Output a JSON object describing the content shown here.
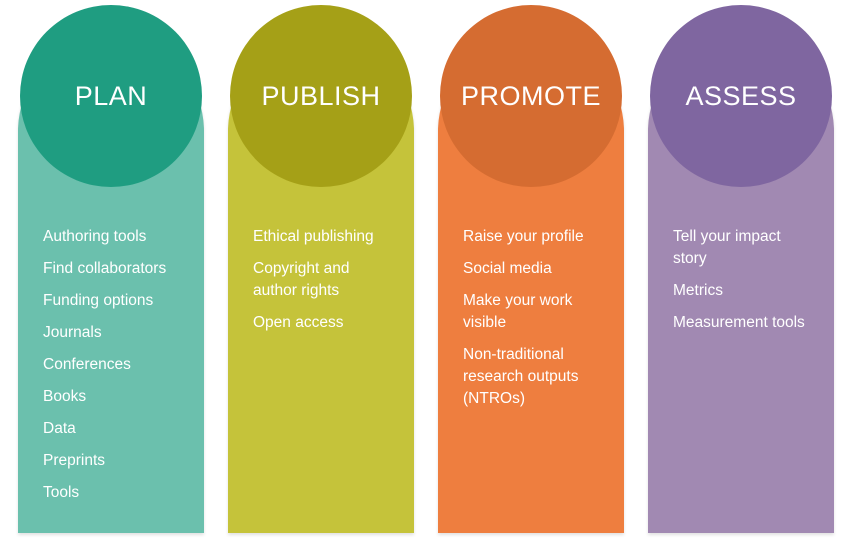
{
  "background_color": "#ffffff",
  "text_color": "#ffffff",
  "columns": [
    {
      "id": "plan",
      "title": "PLAN",
      "circle_color": "#1f9d81",
      "body_color": "#6bc0ad",
      "items": [
        "Authoring tools",
        "Find collaborators",
        "Funding options",
        "Journals",
        "Conferences",
        "Books",
        "Data",
        "Preprints",
        "Tools"
      ]
    },
    {
      "id": "publish",
      "title": "PUBLISH",
      "circle_color": "#a5a017",
      "body_color": "#c5c33a",
      "items": [
        "Ethical publishing",
        "Copyright and author rights",
        "Open access"
      ]
    },
    {
      "id": "promote",
      "title": "PROMOTE",
      "circle_color": "#d56c31",
      "body_color": "#ee7e3f",
      "items": [
        "Raise your profile",
        "Social media",
        "Make your work visible",
        "Non-traditional research outputs (NTROs)"
      ]
    },
    {
      "id": "assess",
      "title": "ASSESS",
      "circle_color": "#7f66a0",
      "body_color": "#a189b2",
      "items": [
        "Tell your impact story",
        "Metrics",
        "Measurement tools"
      ]
    }
  ]
}
